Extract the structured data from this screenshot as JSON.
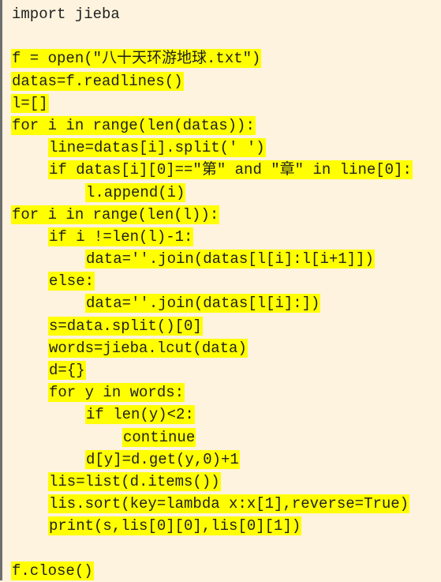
{
  "code_lines": [
    "import jieba",
    "",
    "f = open(\"八十天环游地球.txt\")",
    "datas=f.readlines()",
    "l=[]",
    "for i in range(len(datas)):",
    "line=datas[i].split(' ')",
    "if datas[i][0]==\"第\" and \"章\" in line[0]:",
    "l.append(i)",
    "for i in range(len(l)):",
    "if i !=len(l)-1:",
    "data=''.join(datas[l[i]:l[i+1]])",
    "else:",
    "data=''.join(datas[l[i]:])",
    "s=data.split()[0]",
    "words=jieba.lcut(data)",
    "d={}",
    "for y in words:",
    "if len(y)<2:",
    "continue",
    "d[y]=d.get(y,0)+1",
    "lis=list(d.items())",
    "lis.sort(key=lambda x:x[1],reverse=True)",
    "print(s,lis[0][0],lis[0][1])",
    "",
    "f.close()"
  ],
  "colors": {
    "background": "#fdf3de",
    "highlight": "#ffff00",
    "text": "#1f1f1f"
  }
}
